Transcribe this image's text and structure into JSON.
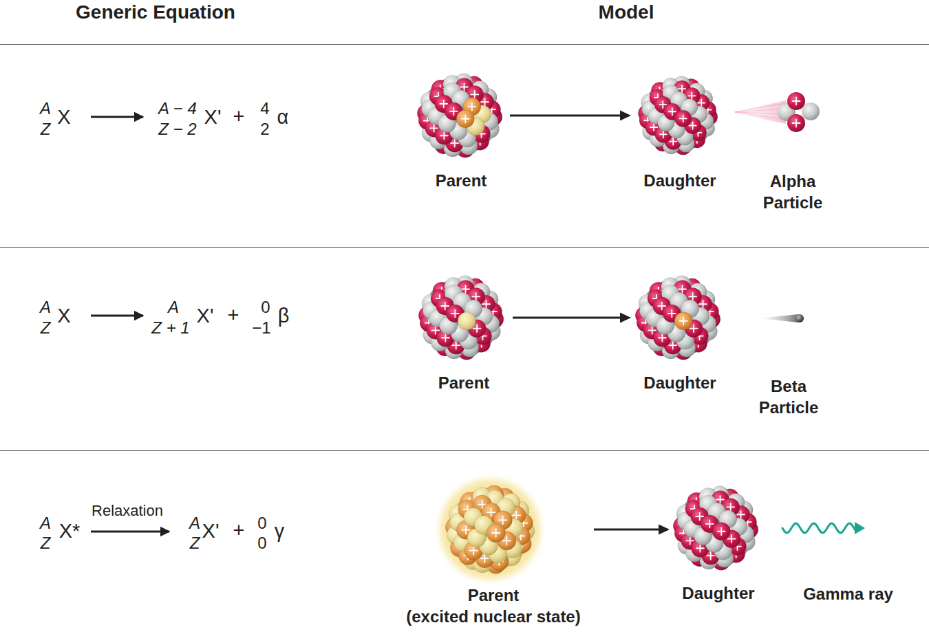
{
  "diagram": {
    "nodes": [
      {
        "text": [
          "Parent"
        ]
      },
      {
        "text": [
          "Daughter"
        ]
      },
      {
        "text": [
          "Alpha Particle"
        ]
      },
      {
        "text": [
          "Parent"
        ]
      },
      {
        "text": [
          "Daughter"
        ]
      },
      {
        "text": [
          "Beta Particle"
        ]
      },
      {
        "text": [
          "Parent",
          "(excited nuclear state)"
        ]
      },
      {
        "text": [
          "Daughter"
        ]
      },
      {
        "text": [
          "Gamma ray"
        ]
      }
    ],
    "edges": [
      {
        "from": 0,
        "to": 1,
        "arrow": "to"
      },
      {
        "from": 3,
        "to": 4,
        "arrow": "to"
      },
      {
        "from": 6,
        "to": 7,
        "arrow": "to"
      }
    ],
    "labels": [
      "Generic Equation",
      "Model",
      "A",
      "Z",
      "X",
      "A − 4",
      "Z − 2",
      "X'",
      "+",
      "4",
      "2",
      "α",
      "A",
      "Z",
      "X",
      "A",
      "Z + 1",
      "X'",
      "+",
      "0",
      "−1",
      "β",
      "A",
      "Z",
      "X*",
      "Relaxation",
      "A",
      "Z",
      "X'",
      "+",
      "0",
      "0",
      "γ"
    ]
  }
}
